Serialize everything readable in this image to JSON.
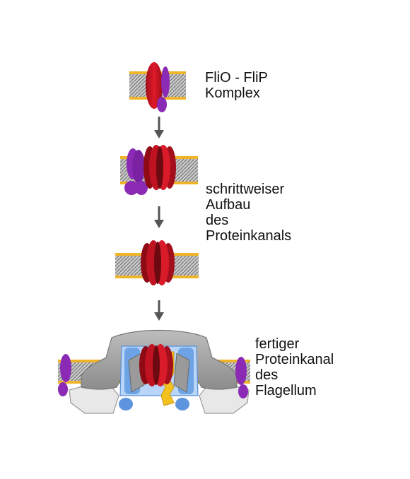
{
  "labels": {
    "step1": [
      "FliO - FliP",
      "Komplex"
    ],
    "step2": [
      "schrittweiser",
      "Aufbau",
      "des",
      "Proteinkanals"
    ],
    "step3": [
      "fertiger",
      "Proteinkanal",
      "des",
      "Flagellum"
    ]
  },
  "colors": {
    "membrane_edge": "#f0b429",
    "membrane_fill": "#9c9c9c",
    "fliP_red": "#cc1120",
    "fliP_dark": "#7d0c16",
    "fliO_purple": "#8a2ab5",
    "arrow": "#555555",
    "housing_gray": "#a7a7a7",
    "housing_light": "#e8e8e8",
    "channel_blue": "#6ea4e6",
    "channel_light": "#b9d5f7",
    "channel_yellow": "#f4c21f"
  }
}
